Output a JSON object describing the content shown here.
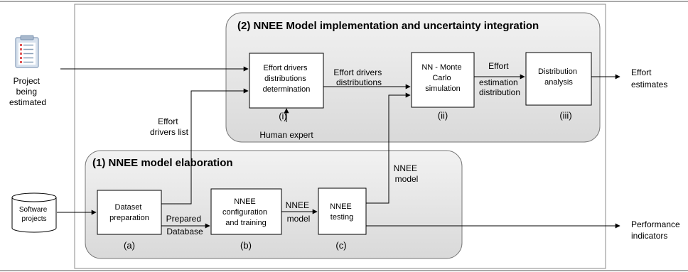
{
  "diagram": {
    "panel2": {
      "title": "(2) NNEE Model implementation and uncertainty integration"
    },
    "panel1": {
      "title": "(1) NNEE model elaboration"
    },
    "inputs": {
      "project": [
        "Project",
        "being",
        "estimated"
      ],
      "software_projects": [
        "Software",
        "projects"
      ]
    },
    "boxes": {
      "effort_drivers": [
        "Effort drivers",
        "distributions",
        "determination"
      ],
      "nn_monte_carlo": [
        "NN - Monte",
        "Carlo",
        "simulation"
      ],
      "distribution_analysis": [
        "Distribution",
        "analysis"
      ],
      "dataset_preparation": [
        "Dataset",
        "preparation"
      ],
      "nnee_config": [
        "NNEE",
        "configuration",
        "and training"
      ],
      "nnee_testing": [
        "NNEE",
        "testing"
      ]
    },
    "step_labels": {
      "i": "(i)",
      "ii": "(ii)",
      "iii": "(iii)",
      "a": "(a)",
      "b": "(b)",
      "c": "(c)"
    },
    "edge_labels": {
      "effort_drivers_distributions": [
        "Effort drivers",
        "distributions"
      ],
      "effort_estimation_distribution": [
        "Effort",
        "estimation",
        "distribution"
      ],
      "human_expert": "Human expert",
      "effort_drivers_list": [
        "Effort",
        "drivers list"
      ],
      "prepared_database": [
        "Prepared",
        "Database"
      ],
      "nnee_model_small": [
        "NNEE",
        "model"
      ],
      "nnee_model_up": [
        "NNEE",
        "model"
      ]
    },
    "outputs": {
      "effort_estimates": [
        "Effort",
        "estimates"
      ],
      "performance_indicators": [
        "Performance",
        "indicators"
      ]
    }
  }
}
